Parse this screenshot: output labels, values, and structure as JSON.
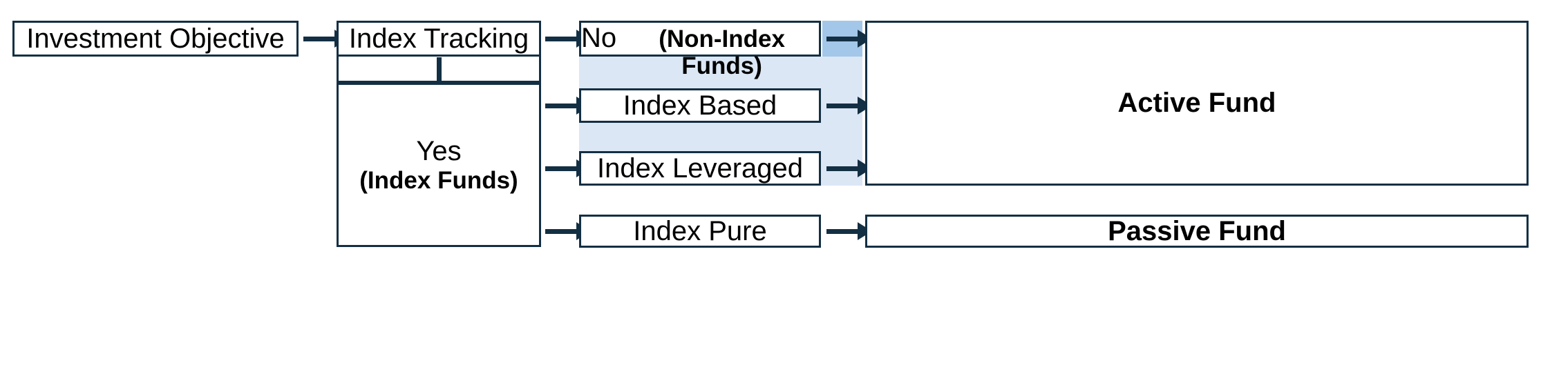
{
  "diagram": {
    "title": "Fund classification decision flow",
    "colors": {
      "stroke": "#132f43",
      "band_light_blue": "#dce7f5",
      "band_medium_blue": "#a3c7e8",
      "box_fill": "#ffffff",
      "text": "#000000"
    },
    "nodes": {
      "investment_objective": "Investment Objective",
      "index_tracking": "Index Tracking",
      "decision_yes": "Yes",
      "decision_yes_sub": "(Index Funds)",
      "decision_no": "No",
      "decision_no_sub": "(Non-Index Funds)",
      "index_based": "Index Based",
      "index_leveraged": "Index Leveraged",
      "index_pure": "Index Pure",
      "active_fund": "Active Fund",
      "passive_fund": "Passive Fund"
    },
    "connectors": {
      "objective_to_tracking": "arrow-right-icon",
      "tracking_to_yes": "arrow-down-icon",
      "tracking_to_no": "arrow-right-icon",
      "yes_to_index_based": "arrow-right-icon",
      "yes_to_index_leveraged": "arrow-right-icon",
      "yes_to_index_pure": "arrow-right-icon",
      "no_to_active_fund": "arrow-right-icon",
      "index_based_to_active_fund": "arrow-right-icon",
      "index_leveraged_to_active_fund": "arrow-right-icon",
      "index_pure_to_passive_fund": "arrow-right-icon"
    }
  }
}
